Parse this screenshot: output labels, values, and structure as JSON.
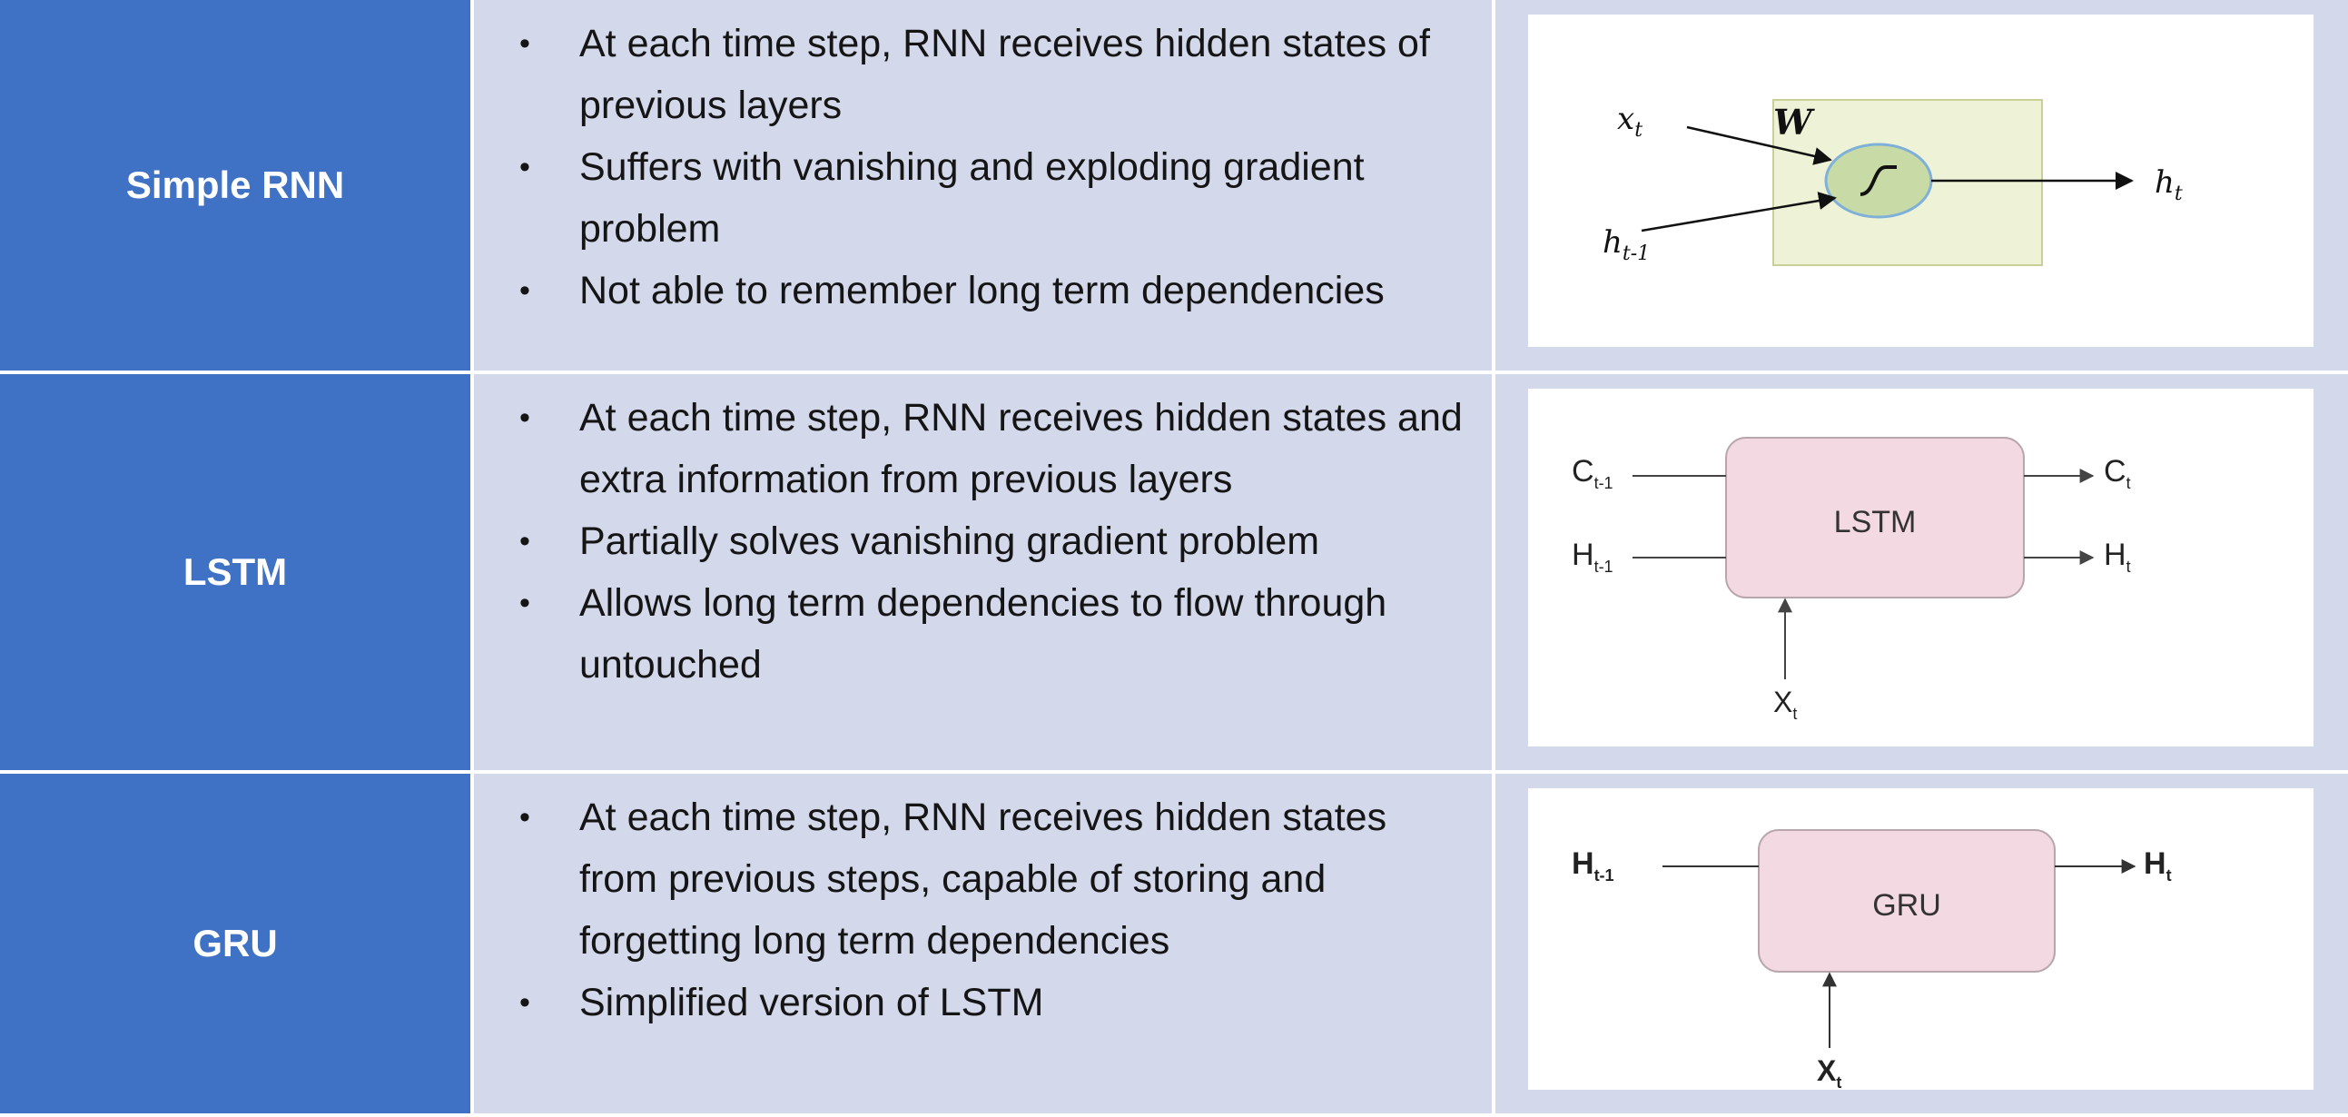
{
  "rows": [
    {
      "name": "Simple RNN",
      "bullets": [
        "At each time step, RNN receives hidden states of previous layers",
        "Suffers with vanishing and exploding gradient problem",
        "Not able to remember long term dependencies"
      ],
      "diagram": {
        "input_label": "x",
        "input_sub": "t",
        "weight_label": "W",
        "prev_label": "h",
        "prev_sub": "t-1",
        "output_label": "h",
        "output_sub": "t"
      }
    },
    {
      "name": "LSTM",
      "bullets": [
        "At each time step, RNN receives hidden states and extra information from previous layers",
        "Partially solves vanishing gradient problem",
        "Allows long term dependencies to flow through untouched"
      ],
      "diagram": {
        "box_label": "LSTM",
        "in1_label": "C",
        "in1_sub": "t-1",
        "in2_label": "H",
        "in2_sub": "t-1",
        "out1_label": "C",
        "out1_sub": "t",
        "out2_label": "H",
        "out2_sub": "t",
        "x_label": "X",
        "x_sub": "t"
      }
    },
    {
      "name": "GRU",
      "bullets": [
        "At each time step, RNN receives hidden states from previous steps, capable of storing and forgetting long term dependencies",
        "Simplified version of LSTM"
      ],
      "diagram": {
        "box_label": "GRU",
        "in_label": "H",
        "in_sub": "t-1",
        "out_label": "H",
        "out_sub": "t",
        "x_label": "X",
        "x_sub": "t"
      }
    }
  ],
  "colors": {
    "name_cell": "#3f72c4",
    "desc_cell": "#d3d9eb",
    "rnn_box": "#eef3d8",
    "rnn_neuron": "#c8dba6",
    "rnn_neuron_border": "#7fb0d8",
    "gate_box": "#f3d9e2"
  }
}
